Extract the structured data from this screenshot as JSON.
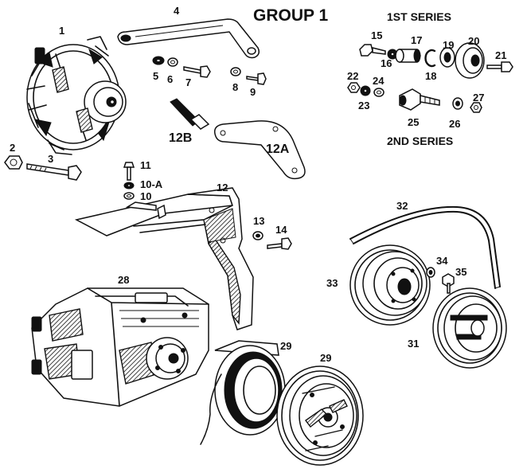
{
  "diagram": {
    "title": "GROUP 1",
    "series_1_heading": "1ST SERIES",
    "series_2_heading": "2ND SERIES",
    "callouts": {
      "c1": "1",
      "c2": "2",
      "c3": "3",
      "c4": "4",
      "c5": "5",
      "c6": "6",
      "c7": "7",
      "c8": "8",
      "c9": "9",
      "c10": "10",
      "c10a": "10-A",
      "c11": "11",
      "c12": "12",
      "c12a": "12A",
      "c12b": "12B",
      "c13": "13",
      "c14": "14",
      "c15": "15",
      "c16": "16",
      "c17": "17",
      "c18": "18",
      "c19": "19",
      "c20": "20",
      "c21": "21",
      "c22": "22",
      "c23": "23",
      "c24": "24",
      "c25": "25",
      "c26": "26",
      "c27": "27",
      "c28": "28",
      "c29a": "29",
      "c29b": "29",
      "c31": "31",
      "c32": "32",
      "c33": "33",
      "c34": "34",
      "c35": "35"
    }
  }
}
